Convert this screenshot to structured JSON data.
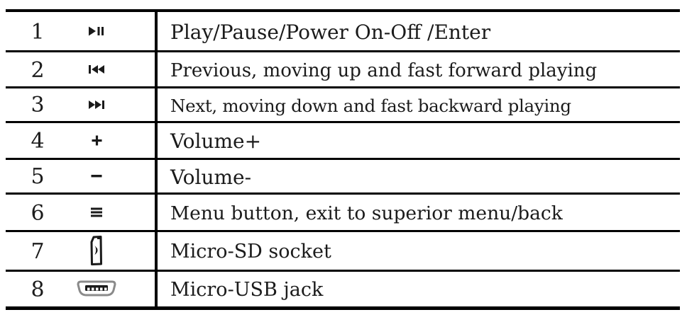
{
  "table": {
    "description": "Device controls and ports reference table",
    "columns": [
      "number",
      "icon",
      "function"
    ],
    "rows": [
      {
        "number": "1",
        "icon": "play-pause-icon",
        "label": "Play/Pause/Power On-Off /Enter"
      },
      {
        "number": "2",
        "icon": "previous-icon",
        "label": "Previous, moving up and fast forward playing"
      },
      {
        "number": "3",
        "icon": "next-icon",
        "label": "Next, moving down and fast backward playing"
      },
      {
        "number": "4",
        "icon": "volume-plus-icon",
        "label": "Volume+"
      },
      {
        "number": "5",
        "icon": "volume-minus-icon",
        "label": "Volume-"
      },
      {
        "number": "6",
        "icon": "menu-icon",
        "label": "Menu button, exit to superior menu/back"
      },
      {
        "number": "7",
        "icon": "micro-sd-icon",
        "label": "Micro-SD socket"
      },
      {
        "number": "8",
        "icon": "micro-usb-icon",
        "label": "Micro-USB jack"
      }
    ]
  },
  "colors": {
    "border": "#000000",
    "text": "#1b1b1b",
    "icon": "#1a1a1a",
    "usb_outline": "#8a8a8a"
  }
}
